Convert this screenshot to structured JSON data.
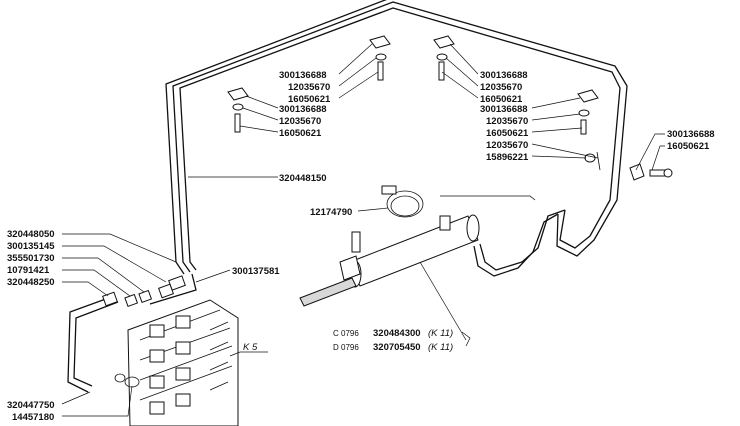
{
  "labels": {
    "l300136688_a": "300136688",
    "l12035670_a": "12035670",
    "l16050621_a": "16050621",
    "l300136688_b": "300136688",
    "l12035670_b": "12035670",
    "l16050621_b": "16050621",
    "l300136688_c": "300136688",
    "l12035670_c": "12035670",
    "l16050621_c": "16050621",
    "l300136688_d": "300136688",
    "l12035670_d": "12035670",
    "l16050621_d": "16050621",
    "l12035670_e": "12035670",
    "l15896221": "15896221",
    "l300136688_e": "300136688",
    "l16050621_e": "16050621",
    "l320448150": "320448150",
    "l12174790": "12174790",
    "l320448050": "320448050",
    "l300135145": "300135145",
    "l355501730": "355501730",
    "l10791421": "10791421",
    "l320448250": "320448250",
    "l300137581": "300137581",
    "l320447750": "320447750",
    "l14457180": "14457180",
    "k5": "K 5",
    "c0796": "C 0796",
    "d0796": "D 0796",
    "p320484300": "320484300",
    "p320705450": "320705450",
    "k11_a": "(K 11)",
    "k11_b": "(K 11)"
  }
}
